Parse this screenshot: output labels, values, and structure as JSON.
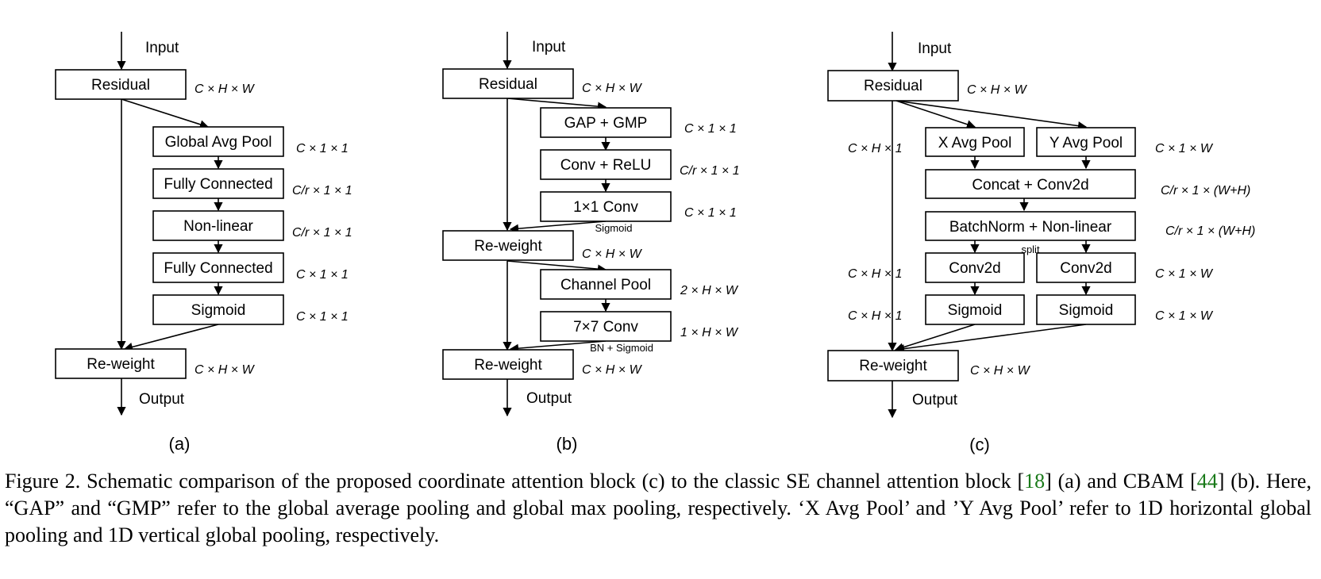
{
  "panels": [
    {
      "id": "a",
      "label": "(a)",
      "input": "Input",
      "output": "Output",
      "boxes": [
        "Residual",
        "Global Avg Pool",
        "Fully Connected",
        "Non-linear",
        "Fully Connected",
        "Sigmoid",
        "Re-weight"
      ],
      "dims": [
        "C × H × W",
        "C × 1 × 1",
        "C/r × 1 × 1",
        "C/r × 1 × 1",
        "C × 1 × 1",
        "C × 1 × 1",
        "C × H × W"
      ]
    },
    {
      "id": "b",
      "label": "(b)",
      "input": "Input",
      "output": "Output",
      "boxes": [
        "Residual",
        "GAP + GMP",
        "Conv + ReLU",
        "1×1 Conv",
        "Re-weight",
        "Channel Pool",
        "7×7 Conv",
        "Re-weight"
      ],
      "dims": [
        "C × H × W",
        "C × 1 × 1",
        "C/r × 1 × 1",
        "C × 1 × 1",
        "C × H × W",
        "2 × H × W",
        "1 × H × W",
        "C × H × W"
      ],
      "notes": [
        "Sigmoid",
        "BN + Sigmoid"
      ]
    },
    {
      "id": "c",
      "label": "(c)",
      "input": "Input",
      "output": "Output",
      "boxes": [
        "Residual",
        "X Avg Pool",
        "Y Avg Pool",
        "Concat + Conv2d",
        "BatchNorm + Non-linear",
        "Conv2d",
        "Conv2d",
        "Sigmoid",
        "Sigmoid",
        "Re-weight"
      ],
      "dims": [
        "C × H × W",
        "C × H × 1",
        "C × 1 × W",
        "C/r × 1 × (W+H)",
        "C/r × 1 × (W+H)",
        "C × H × 1",
        "C × 1 × W",
        "C × H × 1",
        "C × 1 × W",
        "C × H × W"
      ],
      "notes": [
        "split"
      ]
    }
  ],
  "caption": {
    "text_1": "Figure 2. Schematic comparison of the proposed coordinate attention block (c) to the classic SE channel attention block [",
    "ref_1": "18",
    "text_2": "] (a) and CBAM [",
    "ref_2": "44",
    "text_3": "] (b).  Here, “GAP” and “GMP” refer to the global average pooling and global max pooling, respectively. ‘X Avg Pool’ and ’Y Avg Pool’ refer to 1D horizontal global pooling and 1D vertical global pooling, respectively."
  }
}
